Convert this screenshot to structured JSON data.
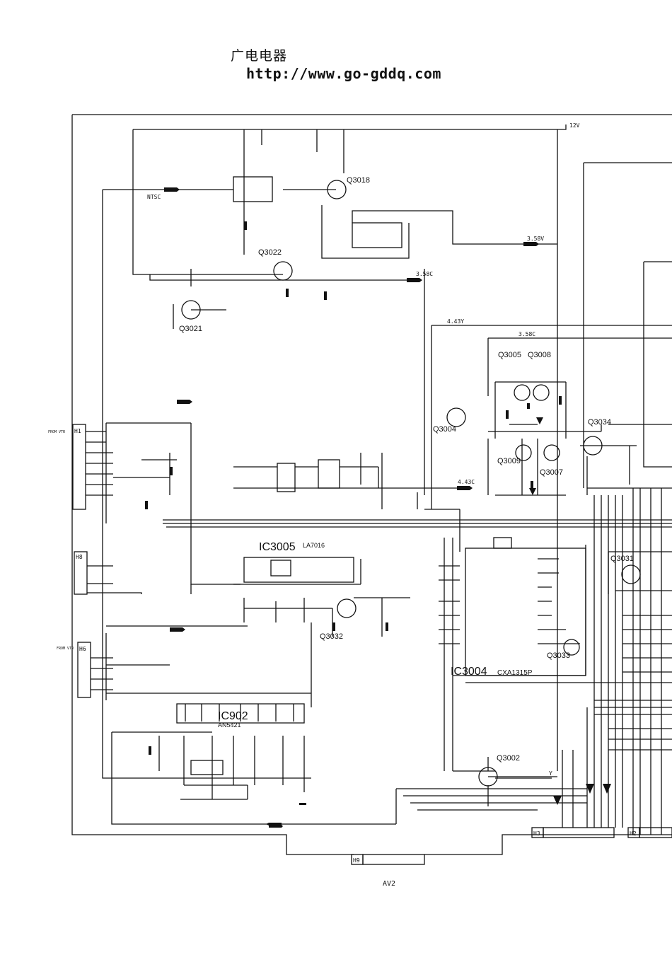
{
  "header": {
    "chinese_title": "广电电器",
    "url": "http://www.go-gddq.com"
  },
  "supply": {
    "v12": "12V"
  },
  "transistors": {
    "q3018": "Q3018",
    "q3022": "Q3022",
    "q3021": "Q3021",
    "q3005": "Q3005",
    "q3008": "Q3008",
    "q3004": "Q3004",
    "q3009": "Q3009",
    "q3007": "Q3007",
    "q3034": "Q3034",
    "q3032": "Q3032",
    "q3031": "Q3031",
    "q3033": "Q3033",
    "q3002": "Q3002"
  },
  "ics": {
    "ic3005": "IC3005",
    "ic3005_part": "LA7016",
    "ic3004": "IC3004",
    "ic3004_part": "CXA1315P",
    "ic902": "IC902",
    "ic902_part": "AN5421"
  },
  "signals": {
    "ntsc": "NTSC",
    "s358v": "3.58V",
    "s358c_top": "3.58C",
    "s443y": "4.43Y",
    "s358c_mid": "3.58C",
    "s443c": "4.43C",
    "y": "Y",
    "from_vtr": "FROM VTR",
    "from_vtr2": "FROM VTR"
  },
  "connectors": {
    "h1": "H1",
    "h8": "H8",
    "h6": "H6",
    "h9": "H9",
    "h3": "H3",
    "h2": "H2"
  },
  "footer": {
    "av2": "AV2"
  }
}
